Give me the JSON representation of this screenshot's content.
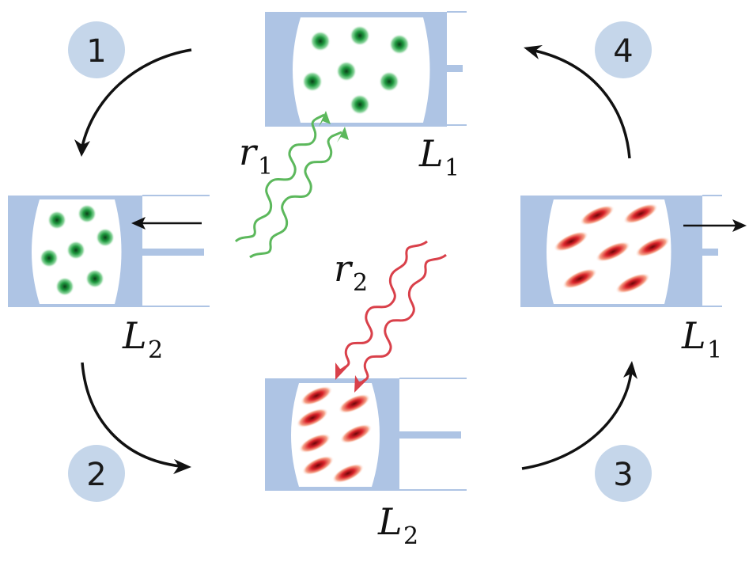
{
  "steps": [
    "1",
    "2",
    "3",
    "4"
  ],
  "labels": {
    "top": {
      "main": "L",
      "sub": "1"
    },
    "left": {
      "main": "L",
      "sub": "2"
    },
    "right": {
      "main": "L",
      "sub": "1"
    },
    "bottom": {
      "main": "L",
      "sub": "2"
    },
    "r1": {
      "main": "r",
      "sub": "1"
    },
    "r2": {
      "main": "r",
      "sub": "2"
    }
  },
  "colors": {
    "piston": "#aec4e4",
    "badge": "#c5d6ea",
    "green": "#27a84a",
    "red": "#d9242a",
    "green_wave": "#5cb85c",
    "red_wave": "#d9404a",
    "arrow": "#111111"
  }
}
